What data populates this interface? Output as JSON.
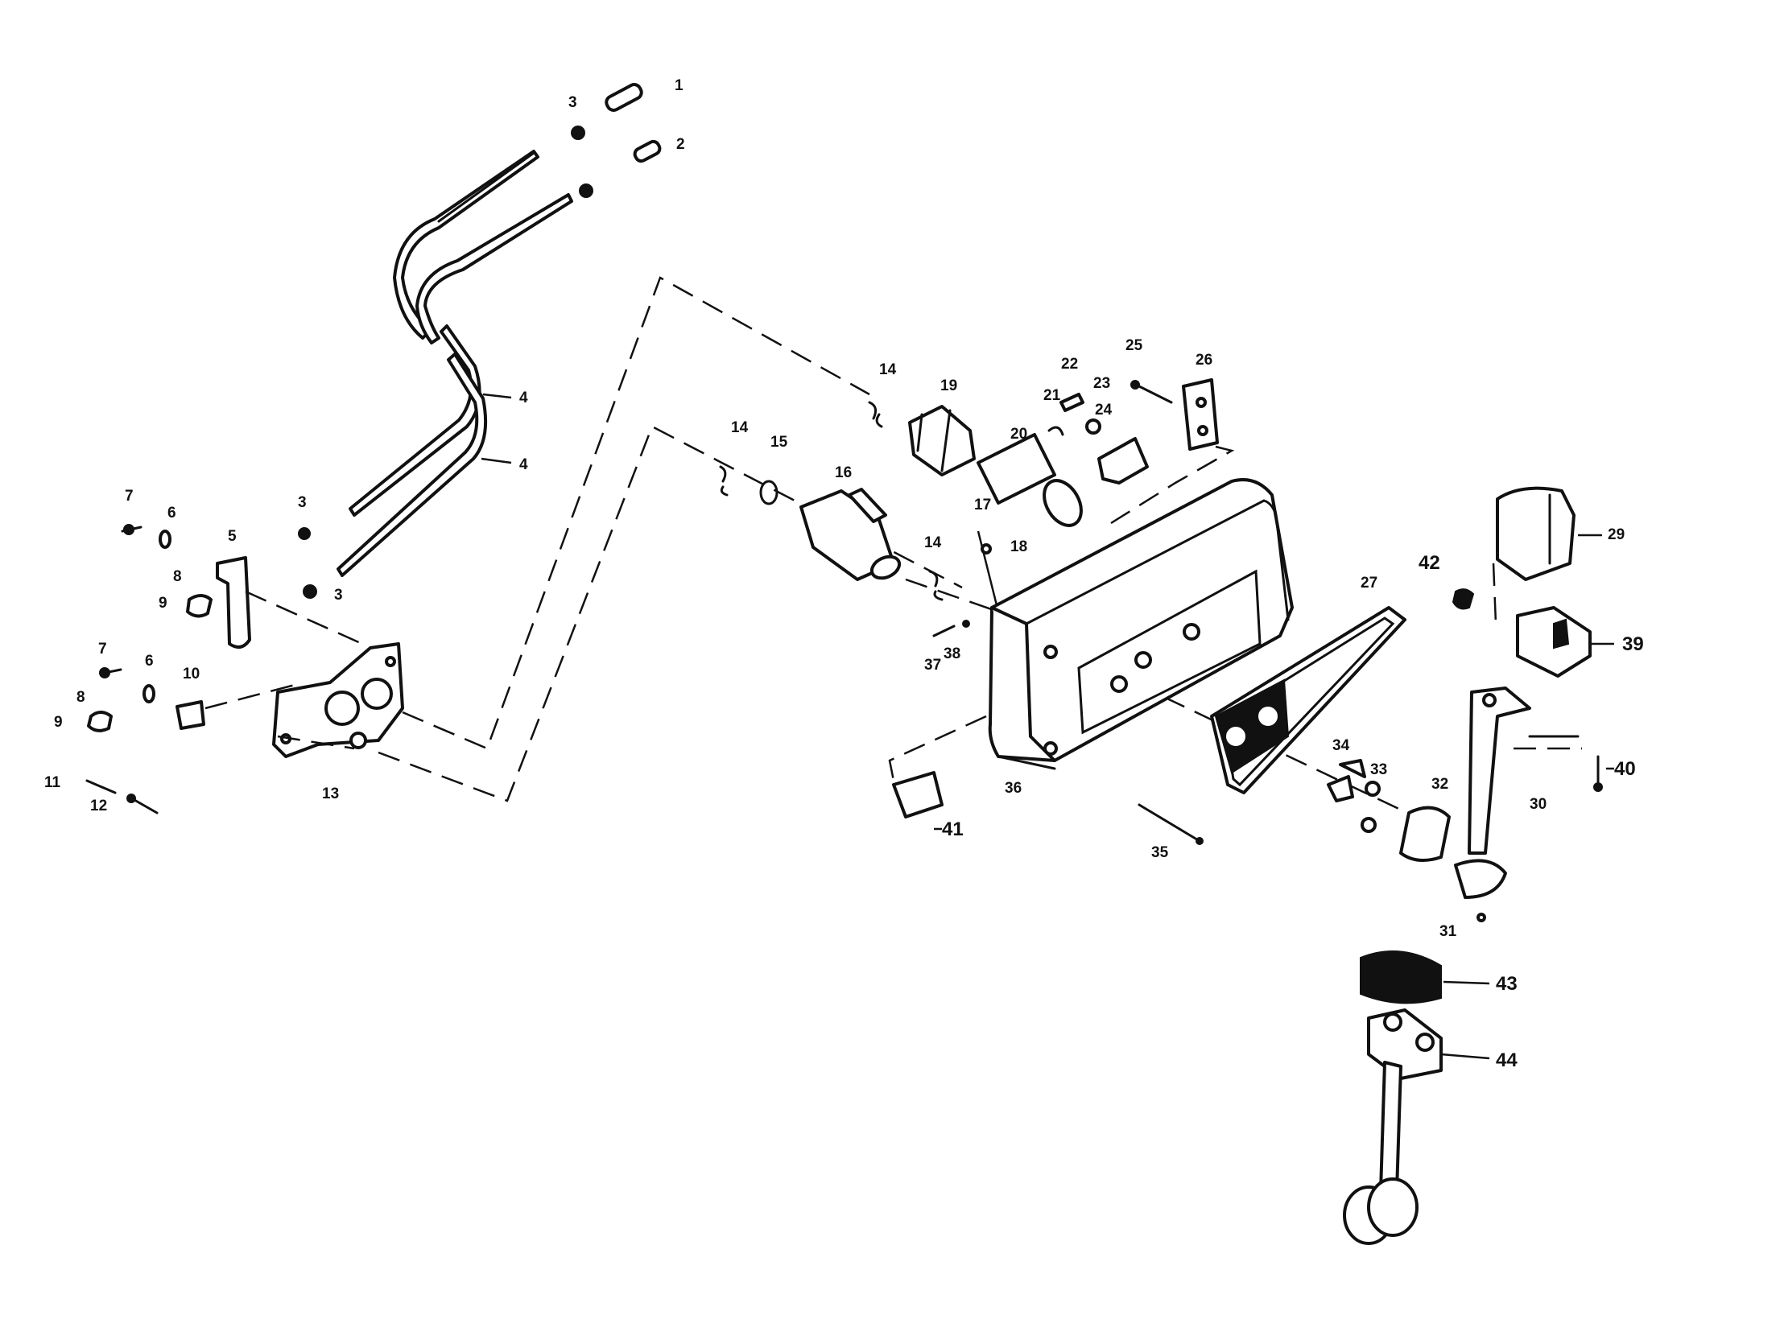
{
  "callouts": [
    {
      "id": "c1",
      "text": "1"
    },
    {
      "id": "c2",
      "text": "2"
    },
    {
      "id": "c3a",
      "text": "3"
    },
    {
      "id": "c3b",
      "text": "3"
    },
    {
      "id": "c3c",
      "text": "3"
    },
    {
      "id": "c4a",
      "text": "4"
    },
    {
      "id": "c4b",
      "text": "4"
    },
    {
      "id": "c5",
      "text": "5"
    },
    {
      "id": "c6a",
      "text": "6"
    },
    {
      "id": "c6b",
      "text": "6"
    },
    {
      "id": "c7a",
      "text": "7"
    },
    {
      "id": "c7b",
      "text": "7"
    },
    {
      "id": "c8a",
      "text": "8"
    },
    {
      "id": "c8b",
      "text": "8"
    },
    {
      "id": "c9a",
      "text": "9"
    },
    {
      "id": "c9b",
      "text": "9"
    },
    {
      "id": "c10",
      "text": "10"
    },
    {
      "id": "c11",
      "text": "11"
    },
    {
      "id": "c12",
      "text": "12"
    },
    {
      "id": "c13",
      "text": "13"
    },
    {
      "id": "c14a",
      "text": "14"
    },
    {
      "id": "c14b",
      "text": "14"
    },
    {
      "id": "c14c",
      "text": "14"
    },
    {
      "id": "c15",
      "text": "15"
    },
    {
      "id": "c16",
      "text": "16"
    },
    {
      "id": "c17",
      "text": "17"
    },
    {
      "id": "c18",
      "text": "18"
    },
    {
      "id": "c19",
      "text": "19"
    },
    {
      "id": "c20",
      "text": "20"
    },
    {
      "id": "c21",
      "text": "21"
    },
    {
      "id": "c22",
      "text": "22"
    },
    {
      "id": "c23",
      "text": "23"
    },
    {
      "id": "c24",
      "text": "24"
    },
    {
      "id": "c25",
      "text": "25"
    },
    {
      "id": "c26",
      "text": "26"
    },
    {
      "id": "c27",
      "text": "27"
    },
    {
      "id": "c29",
      "text": "29"
    },
    {
      "id": "c30",
      "text": "30"
    },
    {
      "id": "c31",
      "text": "31"
    },
    {
      "id": "c32",
      "text": "32"
    },
    {
      "id": "c33",
      "text": "33"
    },
    {
      "id": "c34",
      "text": "34"
    },
    {
      "id": "c35",
      "text": "35"
    },
    {
      "id": "c36",
      "text": "36"
    },
    {
      "id": "c37",
      "text": "37"
    },
    {
      "id": "c38",
      "text": "38"
    },
    {
      "id": "c39",
      "text": "39"
    },
    {
      "id": "c40",
      "text": "40"
    },
    {
      "id": "c41",
      "text": "41"
    },
    {
      "id": "c42",
      "text": "42"
    },
    {
      "id": "c43",
      "text": "43"
    },
    {
      "id": "c44",
      "text": "44"
    }
  ]
}
